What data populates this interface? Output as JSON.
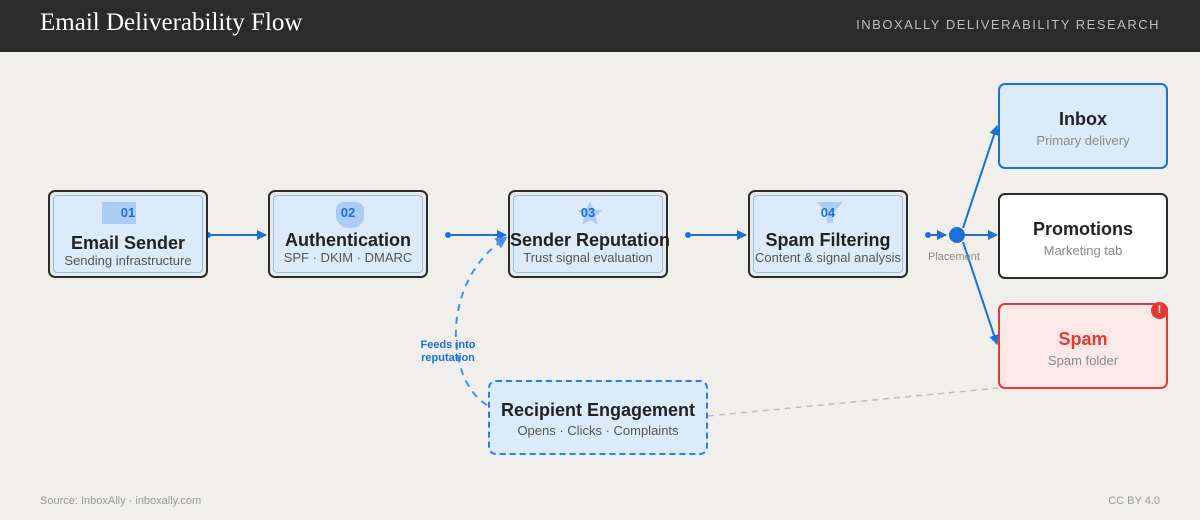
{
  "header": {
    "title": "Email Deliverability Flow",
    "brand": "INBOXALLY DELIVERABILITY RESEARCH"
  },
  "stages": [
    {
      "number": "01",
      "label": "Email Sender",
      "sub": "Sending infrastructure"
    },
    {
      "number": "02",
      "label": "Authentication",
      "sub": "SPF · DKIM · DMARC"
    },
    {
      "number": "03",
      "label": "Sender Reputation",
      "sub": "Trust signal evaluation"
    },
    {
      "number": "04",
      "label": "Spam Filtering",
      "sub": "Content & signal analysis"
    }
  ],
  "placement_label": "Placement",
  "outcomes": [
    {
      "label": "Inbox",
      "sub": "Primary delivery"
    },
    {
      "label": "Promotions",
      "sub": "Marketing tab"
    },
    {
      "label": "Spam",
      "sub": "Spam folder",
      "badge": "!"
    }
  ],
  "engagement": {
    "label": "Recipient Engagement",
    "sub": "Opens · Clicks · Complaints"
  },
  "feedback_label": "Feeds into reputation",
  "footer": {
    "source": "Source: InboxAlly · inboxally.com",
    "license": "CC BY 4.0"
  },
  "colors": {
    "accent": "#1f6fd9",
    "danger": "#e53935",
    "header_bg": "#2b2b2b",
    "page_bg": "#f0efec"
  }
}
